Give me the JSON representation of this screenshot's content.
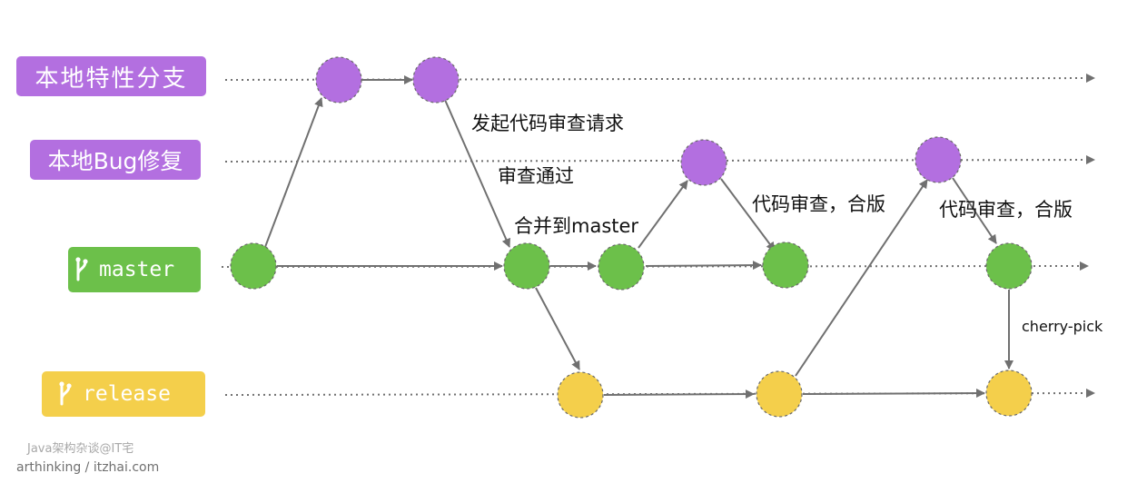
{
  "branches": {
    "feature": "本地特性分支",
    "bugfix": "本地Bug修复",
    "master": "master",
    "release": "release"
  },
  "annotations": {
    "review_request": "发起代码审查请求",
    "review_approved": "审查通过",
    "merge_to_master": "合并到master",
    "review_merge_1": "代码审查，合版",
    "review_merge_2": "代码审查，合版",
    "cherry_pick": "cherry-pick"
  },
  "watermark": {
    "line1": "Java架构杂谈@IT宅",
    "line2": "arthinking / itzhai.com"
  },
  "colors": {
    "purple": "#b36fe0",
    "green": "#6cc04a",
    "yellow": "#f4cf4b",
    "line": "#707070"
  },
  "icons": {
    "branch": "git-branch-icon"
  }
}
